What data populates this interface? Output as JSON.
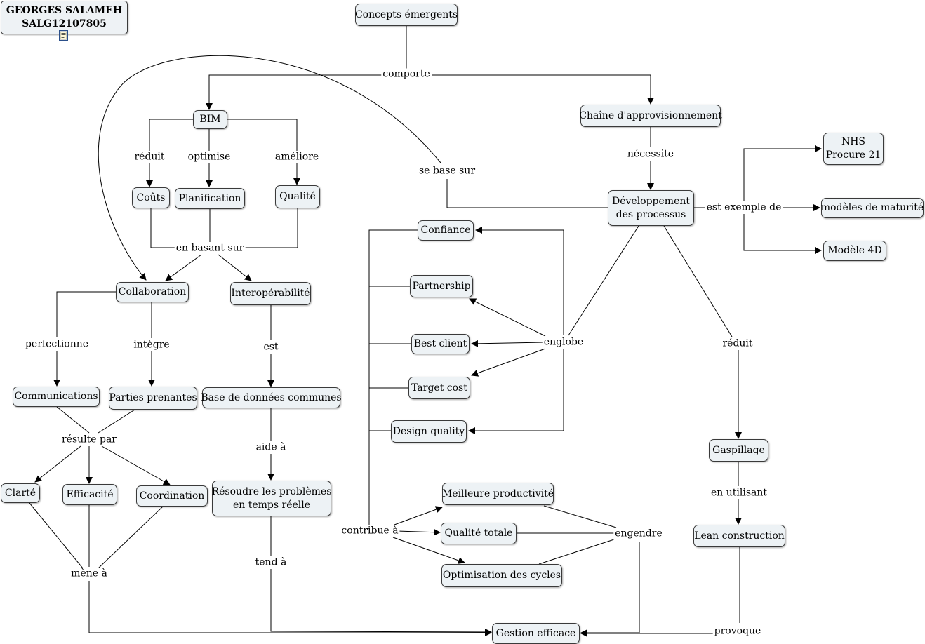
{
  "title": {
    "name": "GEORGES SALAMEH",
    "code": "SALG12107805"
  },
  "icons": {
    "attachment": "document-icon"
  },
  "concepts": {
    "concepts_emergents": "Concepts émergents",
    "bim": "BIM",
    "chaine": "Chaîne d'approvisionnement",
    "couts": "Coûts",
    "planification": "Planification",
    "qualite": "Qualité",
    "developpement": "Développement\ndes processus",
    "nhs": "NHS\nProcure 21",
    "maturite": "modèles de maturité",
    "modele4d": "Modèle 4D",
    "confiance": "Confiance",
    "partnership": "Partnership",
    "best_client": "Best client",
    "target_cost": "Target cost",
    "design_quality": "Design quality",
    "collaboration": "Collaboration",
    "interop": "Interopérabilité",
    "communications": "Communications",
    "parties": "Parties prenantes",
    "base_donnees": "Base de données communes",
    "clarte": "Clarté",
    "efficacite": "Efficacité",
    "coordination": "Coordination",
    "resoudre": "Résoudre les problèmes\nen temps réelle",
    "meilleure_prod": "Meilleure productivité",
    "qualite_totale": "Qualité totale",
    "optimisation": "Optimisation des cycles",
    "gaspillage": "Gaspillage",
    "lean": "Lean construction",
    "gestion": "Gestion efficace"
  },
  "links": {
    "comporte": "comporte",
    "reduit": "réduit",
    "optimise": "optimise",
    "ameliore": "améliore",
    "se_base_sur": "se base sur",
    "necessite": "nécessite",
    "est_exemple_de": "est exemple de",
    "en_basant_sur": "en basant sur",
    "englobe": "englobe",
    "reduit2": "réduit",
    "perfectionne": "perfectionne",
    "integre": "intègre",
    "est": "est",
    "resulte_par": "résulte par",
    "aide_a": "aide à",
    "gaspillage_en_utilisant": "en utilisant",
    "contribue_a": "contribue à",
    "engendre": "engendre",
    "mene_a": "mène à",
    "tend_a": "tend à",
    "provoque": "provoque"
  }
}
